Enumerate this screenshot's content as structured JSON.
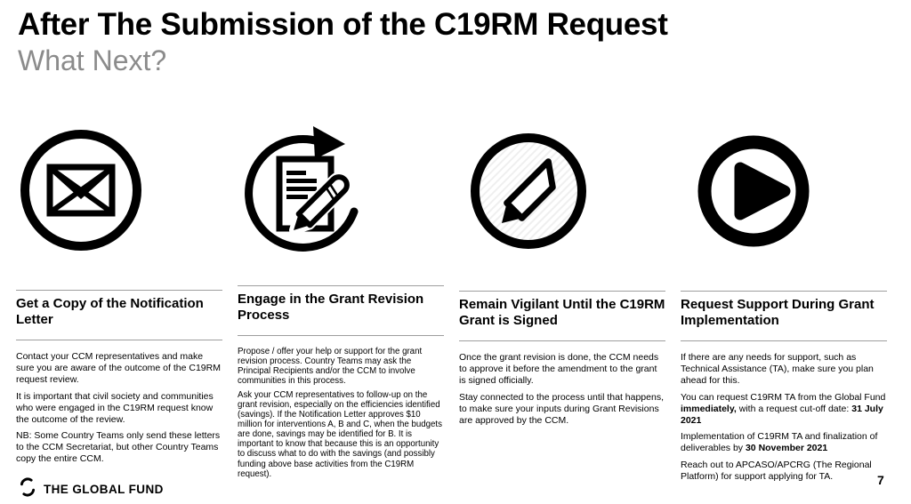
{
  "slide": {
    "title": "After The Submission of the C19RM Request",
    "subtitle": "What Next?",
    "footer_logo_text": "THE GLOBAL FUND",
    "page_number": "7"
  },
  "colors": {
    "background": "#ffffff",
    "text": "#000000",
    "subtitle_gray": "#8b8b8b",
    "rule_gray": "#9e9e9e",
    "icon_black": "#000000"
  },
  "columns": [
    {
      "icon": "envelope-circle-icon",
      "heading": "Get a Copy of the Notification Letter",
      "paragraphs": [
        "Contact your CCM representatives and make sure you are aware of the outcome of the C19RM request review.",
        "It is important that civil society and communities who were engaged in the C19RM request know the outcome of the review.",
        "NB: Some Country Teams only send these letters to the CCM Secretariat, but other Country Teams copy the entire CCM."
      ]
    },
    {
      "icon": "grant-revision-document-pencil-icon",
      "heading": "Engage in the Grant Revision Process",
      "paragraphs": [
        "Propose / offer your help or support for the grant revision process. Country Teams may ask the Principal Recipients and/or the CCM to involve communities in this process.",
        "Ask your CCM representatives to follow-up on the grant revision, especially on the efficiencies identified (savings). If the Notification Letter approves $10 million for interventions A, B and C, when the budgets are done, savings may be identified for B. It is important to know that because this is an opportunity to discuss what to do with the savings (and possibly funding above base activities from the C19RM request)."
      ]
    },
    {
      "icon": "pencil-circle-icon",
      "heading": "Remain Vigilant Until the C19RM Grant is Signed",
      "paragraphs": [
        "Once the grant revision is done, the CCM needs to approve it before the amendment to the grant is signed officially.",
        "Stay connected to the process until that happens, to make sure your inputs during Grant Revisions are approved by the CCM."
      ]
    },
    {
      "icon": "play-circle-icon",
      "heading": "Request Support During Grant Implementation",
      "paragraphs_rich": [
        [
          {
            "t": "If there are any needs for support, such as Technical Assistance (TA), make sure you plan ahead for this.",
            "b": false
          }
        ],
        [
          {
            "t": "You can request C19RM TA from the Global Fund ",
            "b": false
          },
          {
            "t": "immediately,",
            "b": true
          },
          {
            "t": " with a request cut-off date: ",
            "b": false
          },
          {
            "t": "31 July 2021",
            "b": true
          }
        ],
        [
          {
            "t": "Implementation of C19RM TA and finalization of deliverables by ",
            "b": false
          },
          {
            "t": "30 November 2021",
            "b": true
          }
        ],
        [
          {
            "t": "Reach out to APCASO/APCRG (The Regional Platform) for support applying for TA.",
            "b": false
          }
        ]
      ]
    }
  ]
}
